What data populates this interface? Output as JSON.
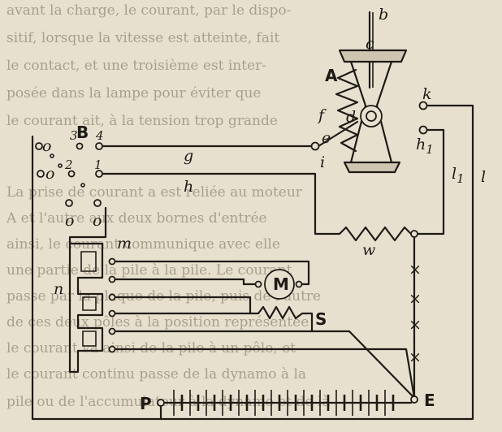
{
  "background_text": [
    "avant la charge, le courant, par le dispo-",
    "sitif, lorsque la vitesse est atteinte, fait",
    "le contact, et une troisième est inter-",
    "posée dans la lampe pour éviter que",
    "le courant ait, à la tension trop grande",
    "",
    "La prise de courant a est reliée au moteur",
    "A et l'autre aux deux bornes d'entrée",
    "ainsi, le courant communique avec elle",
    "une partie de la pile à la pile. Le courant",
    "passe par la plaque de la pile, puis de l'autre",
    "de ces deux pôles à la position représentée",
    "le courant va ainsi de la pile à un pôle, et",
    "le courant continu passe de la dynamo à la",
    "pile ou de l'accumulateur à la dynamo et de là"
  ],
  "labels": {
    "b": "b",
    "c": "c",
    "A": "A",
    "f": "f",
    "d": "d",
    "e": "e",
    "i": "i",
    "k": "k",
    "h1": "h",
    "h1_sub": "1",
    "l1": "l",
    "l1_sub": "1",
    "l": "l",
    "B": "B",
    "n3": "3",
    "n4": "4",
    "n2": "2",
    "n1": "1",
    "o_a": "o",
    "o_b": "o",
    "o_c": "o",
    "o_d": "o",
    "g": "g",
    "h": "h",
    "w": "w",
    "m": "m",
    "n": "n",
    "M": "M",
    "S": "S",
    "P": "P",
    "E": "E"
  }
}
